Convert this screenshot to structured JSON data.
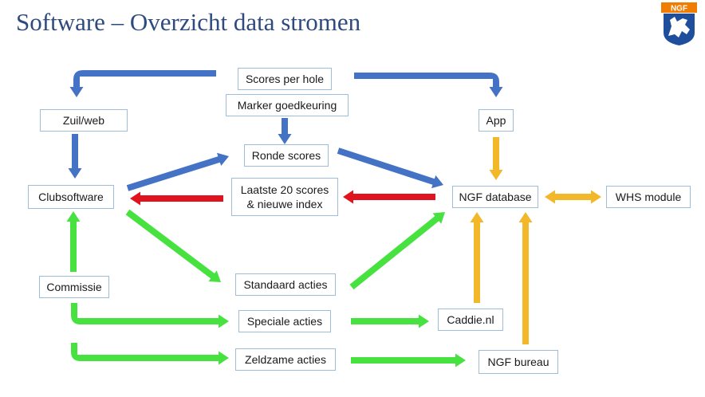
{
  "slide": {
    "title": "Software – Overzicht data stromen",
    "logo_text": "NGF"
  },
  "nodes": {
    "scores_per_hole": "Scores per hole",
    "marker_goedkeuring": "Marker goedkeuring",
    "zuil_web": "Zuil/web",
    "app": "App",
    "ronde_scores": "Ronde scores",
    "clubsoftware": "Clubsoftware",
    "laatste_20": "Laatste 20 scores\n& nieuwe index",
    "ngf_database": "NGF database",
    "whs_module": "WHS module",
    "commissie": "Commissie",
    "standaard_acties": "Standaard acties",
    "speciale_acties": "Speciale acties",
    "caddie": "Caddie.nl",
    "zeldzame_acties": "Zeldzame acties",
    "ngf_bureau": "NGF bureau"
  },
  "colors": {
    "title": "#2f4a7e",
    "node_border": "#9fbdd8",
    "blue_arrow": "#4472c4",
    "red_arrow": "#e0141e",
    "green_arrow": "#47e23f",
    "yellow_arrow": "#f2b829",
    "logo_orange": "#f07c00",
    "logo_blue": "#1f4e9c"
  },
  "edges": [
    {
      "from": "scores_per_hole",
      "to": "zuil_web",
      "color": "blue"
    },
    {
      "from": "scores_per_hole",
      "to": "app",
      "color": "blue"
    },
    {
      "from": "marker_goedkeuring",
      "to": "ronde_scores",
      "color": "blue"
    },
    {
      "from": "zuil_web",
      "to": "clubsoftware",
      "color": "blue"
    },
    {
      "from": "clubsoftware",
      "to": "ronde_scores",
      "color": "blue"
    },
    {
      "from": "ronde_scores",
      "to": "ngf_database",
      "color": "blue"
    },
    {
      "from": "ngf_database",
      "to": "laatste_20",
      "color": "red"
    },
    {
      "from": "laatste_20",
      "to": "clubsoftware",
      "color": "red"
    },
    {
      "from": "app",
      "to": "ngf_database",
      "color": "yellow"
    },
    {
      "from": "ngf_database",
      "to": "whs_module",
      "color": "yellow",
      "bidirectional": true
    },
    {
      "from": "caddie",
      "to": "ngf_database",
      "color": "yellow"
    },
    {
      "from": "ngf_bureau",
      "to": "ngf_database",
      "color": "yellow"
    },
    {
      "from": "commissie",
      "to": "clubsoftware",
      "color": "green"
    },
    {
      "from": "clubsoftware",
      "to": "standaard_acties",
      "color": "green"
    },
    {
      "from": "standaard_acties",
      "to": "ngf_database",
      "color": "green"
    },
    {
      "from": "commissie",
      "to": "speciale_acties",
      "color": "green"
    },
    {
      "from": "commissie",
      "to": "zeldzame_acties",
      "color": "green"
    },
    {
      "from": "speciale_acties",
      "to": "caddie",
      "color": "green"
    },
    {
      "from": "zeldzame_acties",
      "to": "ngf_bureau",
      "color": "green"
    }
  ]
}
